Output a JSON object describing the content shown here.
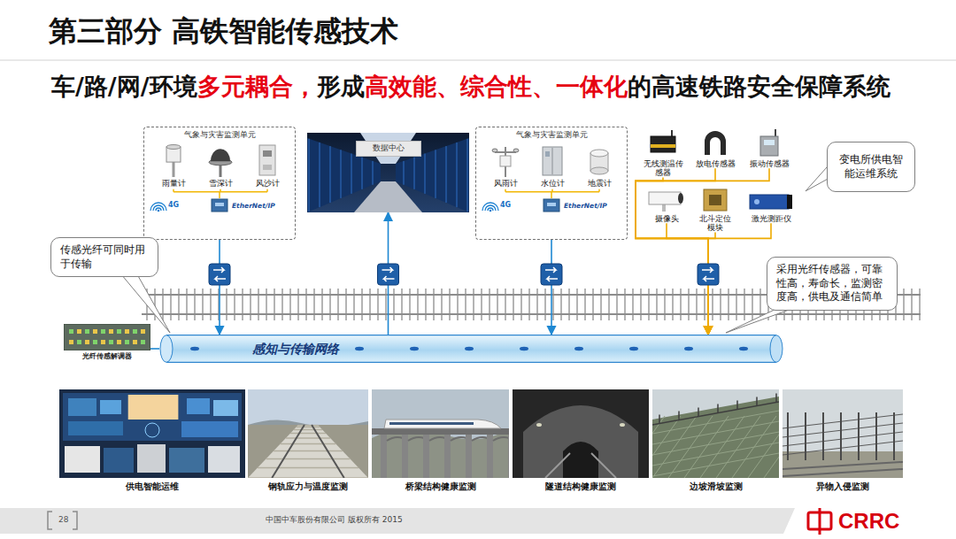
{
  "diagram": {
    "title": "第三部分 高铁智能传感技术",
    "nodes": [
      {
        "text": [
          "气象与灾害监测单元"
        ]
      },
      {
        "text": [
          "雨量计"
        ],
        "in": 0
      },
      {
        "text": [
          "雪深计"
        ],
        "in": 0
      },
      {
        "text": [
          "风沙计"
        ],
        "in": 0
      },
      {
        "text": [
          "数据中心"
        ]
      },
      {
        "text": [
          "气象与灾害监测单元"
        ]
      },
      {
        "text": [
          "风雨计"
        ],
        "in": 5
      },
      {
        "text": [
          "水位计"
        ],
        "in": 5
      },
      {
        "text": [
          "地震计"
        ],
        "in": 5
      },
      {
        "text": [
          "无线测温传感器"
        ]
      },
      {
        "text": [
          "放电传感器"
        ]
      },
      {
        "text": [
          "振动传感器"
        ]
      },
      {
        "text": [
          "摄像头"
        ]
      },
      {
        "text": [
          "北斗定位模块"
        ]
      },
      {
        "text": [
          "激光测距仪"
        ]
      },
      {
        "text": [
          "变电所供电智能运维系统"
        ]
      },
      {
        "text": [
          "传感光纤可同时用于传输"
        ]
      },
      {
        "text": [
          "采用光纤传感器，可靠性高，寿命长，监测密度高，供电及通信简单"
        ]
      },
      {
        "text": [
          "光纤传感解调器"
        ]
      },
      {
        "text": [
          "感知与传输网络"
        ]
      },
      {
        "text": [
          "供电智能运维"
        ]
      },
      {
        "text": [
          "钢轨应力与温度监测"
        ]
      },
      {
        "text": [
          "桥梁结构健康监测"
        ]
      },
      {
        "text": [
          "隧道结构健康监测"
        ]
      },
      {
        "text": [
          "边坡滑坡监测"
        ]
      },
      {
        "text": [
          "异物入侵监测"
        ]
      }
    ],
    "edges": [
      {
        "from": 0,
        "to": 19,
        "arrow": "to"
      },
      {
        "from": 19,
        "to": 4,
        "arrow": "to"
      },
      {
        "from": 5,
        "to": 19,
        "arrow": "to"
      },
      {
        "from": 9,
        "to": 19,
        "arrow": "to"
      },
      {
        "from": 10,
        "to": 19,
        "arrow": "to"
      },
      {
        "from": 11,
        "to": 19,
        "arrow": "to"
      },
      {
        "from": 12,
        "to": 19,
        "arrow": "to"
      },
      {
        "from": 13,
        "to": 19,
        "arrow": "to"
      },
      {
        "from": 14,
        "to": 19,
        "arrow": "to"
      },
      {
        "from": 18,
        "to": 19,
        "arrow": "none"
      }
    ],
    "labels": [
      "车/路/网/环境",
      "多元耦合，",
      "形成",
      "高效能、综合性、一体化",
      "的高速铁路安全保障系统",
      "4G",
      "EtherNet/IP",
      "4G",
      "EtherNet/IP",
      "28",
      "中国中车股份有限公司 版权所有 2015",
      "CRRC"
    ]
  }
}
